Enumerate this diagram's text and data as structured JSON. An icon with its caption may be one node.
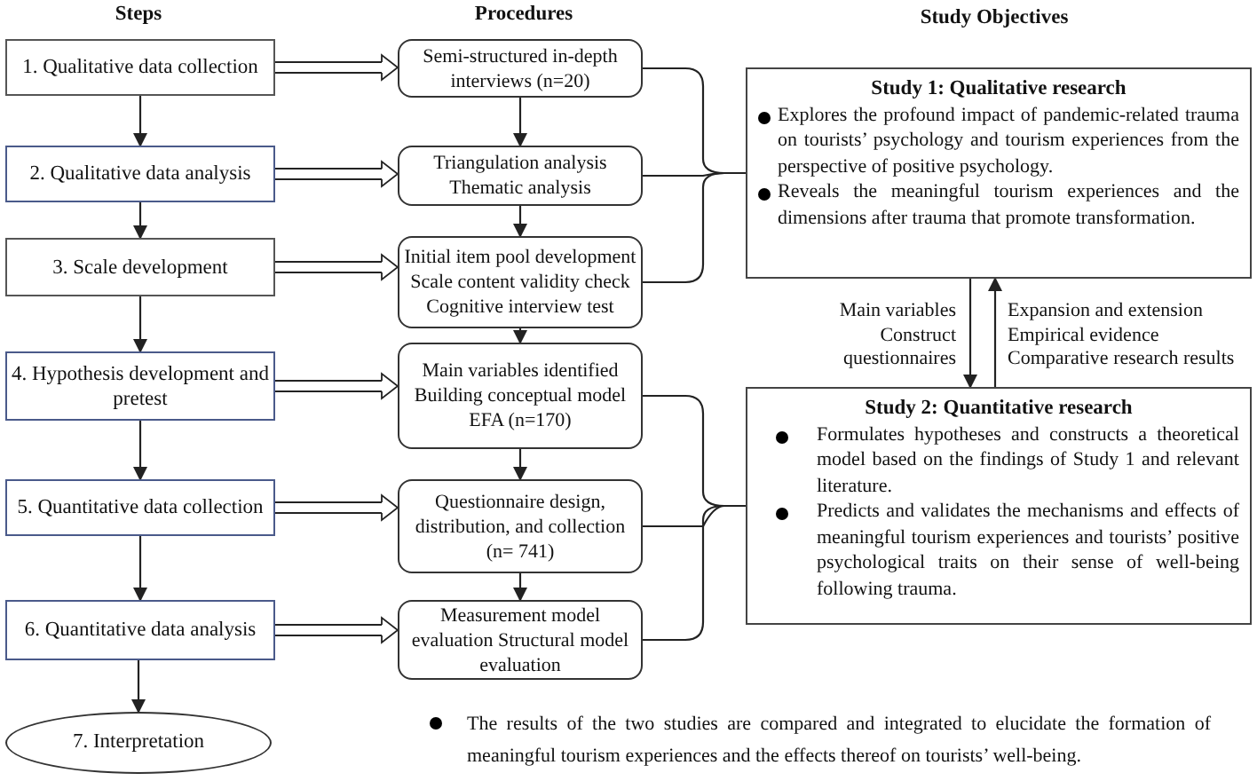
{
  "diagram": {
    "nodes": [
      {
        "text": [
          "1. Qualitative data collection"
        ]
      },
      {
        "text": [
          "2. Qualitative data analysis"
        ]
      },
      {
        "text": [
          "3. Scale development"
        ]
      },
      {
        "text": [
          "4. Hypothesis development and pretest"
        ]
      },
      {
        "text": [
          "5. Quantitative data collection"
        ]
      },
      {
        "text": [
          "6. Quantitative data analysis"
        ]
      },
      {
        "text": [
          "7. Interpretation"
        ]
      },
      {
        "text": [
          "Semi-structured in-depth interviews (n=20)"
        ]
      },
      {
        "text": [
          "Triangulation analysis Thematic analysis"
        ]
      },
      {
        "text": [
          "Initial item pool development Scale content validity check Cognitive interview test"
        ]
      },
      {
        "text": [
          "Main variables identified Building conceptual model EFA (n=170)"
        ]
      },
      {
        "text": [
          "Questionnaire design, distribution, and collection (n= 741)"
        ]
      },
      {
        "text": [
          "Measurement model evaluation Structural model evaluation"
        ]
      },
      {
        "text": [
          "Study 1: Qualitative research",
          "Explores the profound impact of pandemic-related trauma on tourists’ psychology and tourism experiences from the perspective of positive psychology.",
          "Reveals the meaningful tourism experiences and the dimensions after trauma that promote transformation."
        ]
      },
      {
        "text": [
          "Study 2: Quantitative research",
          "Formulates hypotheses and constructs a theoretical model based on the findings of Study 1 and relevant literature.",
          "Predicts and validates the mechanisms and effects of meaningful tourism experiences and tourists’ positive psychological traits on their sense of well-being following trauma."
        ]
      }
    ],
    "edges": [
      {
        "from": 0,
        "to": 1,
        "arrow": "to"
      },
      {
        "from": 1,
        "to": 2,
        "arrow": "to"
      },
      {
        "from": 2,
        "to": 3,
        "arrow": "to"
      },
      {
        "from": 3,
        "to": 4,
        "arrow": "to"
      },
      {
        "from": 4,
        "to": 5,
        "arrow": "to"
      },
      {
        "from": 5,
        "to": 6,
        "arrow": "to"
      },
      {
        "from": 0,
        "to": 7,
        "arrow": "to"
      },
      {
        "from": 1,
        "to": 8,
        "arrow": "to"
      },
      {
        "from": 2,
        "to": 9,
        "arrow": "to"
      },
      {
        "from": 3,
        "to": 10,
        "arrow": "to"
      },
      {
        "from": 4,
        "to": 11,
        "arrow": "to"
      },
      {
        "from": 5,
        "to": 12,
        "arrow": "to"
      },
      {
        "from": 7,
        "to": 8,
        "arrow": "to"
      },
      {
        "from": 8,
        "to": 9,
        "arrow": "to"
      },
      {
        "from": 9,
        "to": 10,
        "arrow": "to"
      },
      {
        "from": 10,
        "to": 11,
        "arrow": "to"
      },
      {
        "from": 11,
        "to": 12,
        "arrow": "to"
      },
      {
        "from": 7,
        "to": 13,
        "arrow": "none"
      },
      {
        "from": 8,
        "to": 13,
        "arrow": "none"
      },
      {
        "from": 9,
        "to": 13,
        "arrow": "none"
      },
      {
        "from": 10,
        "to": 14,
        "arrow": "none"
      },
      {
        "from": 11,
        "to": 14,
        "arrow": "none"
      },
      {
        "from": 12,
        "to": 14,
        "arrow": "none"
      },
      {
        "from": 13,
        "to": 14,
        "arrow": "to",
        "label": "Main variables Construct questionnaires"
      },
      {
        "from": 14,
        "to": 13,
        "arrow": "to",
        "label": "Expansion and extension Empirical evidence Comparative research results"
      }
    ],
    "labels": [
      "Steps",
      "Procedures",
      "Study Objectives",
      "The results of the two studies are compared and integrated to elucidate the formation of meaningful tourism experiences and the effects thereof on tourists’ well-being."
    ]
  }
}
